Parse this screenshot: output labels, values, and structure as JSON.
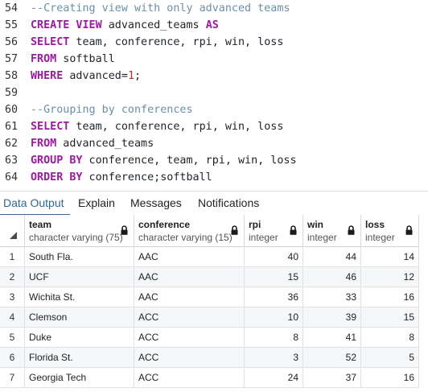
{
  "editor": {
    "lines": [
      {
        "number": "54",
        "tokens": [
          {
            "t": "--Creating view with only advanced teams",
            "c": "comment"
          }
        ]
      },
      {
        "number": "55",
        "tokens": [
          {
            "t": "CREATE VIEW",
            "c": "kw"
          },
          {
            "t": " advanced_teams ",
            "c": "id"
          },
          {
            "t": "AS",
            "c": "kw"
          }
        ]
      },
      {
        "number": "56",
        "tokens": [
          {
            "t": "SELECT",
            "c": "kw"
          },
          {
            "t": " team, conference, rpi, win, loss",
            "c": "id"
          }
        ]
      },
      {
        "number": "57",
        "tokens": [
          {
            "t": "FROM",
            "c": "kw"
          },
          {
            "t": " softball",
            "c": "id"
          }
        ]
      },
      {
        "number": "58",
        "tokens": [
          {
            "t": "WHERE",
            "c": "kw"
          },
          {
            "t": " advanced=",
            "c": "id"
          },
          {
            "t": "1",
            "c": "num"
          },
          {
            "t": ";",
            "c": "op"
          }
        ]
      },
      {
        "number": "59",
        "tokens": []
      },
      {
        "number": "60",
        "tokens": [
          {
            "t": "--Grouping by conferences",
            "c": "comment"
          }
        ]
      },
      {
        "number": "61",
        "tokens": [
          {
            "t": "SELECT",
            "c": "kw"
          },
          {
            "t": " team, conference, rpi, win, loss",
            "c": "id"
          }
        ]
      },
      {
        "number": "62",
        "tokens": [
          {
            "t": "FROM",
            "c": "kw"
          },
          {
            "t": " advanced_teams",
            "c": "id"
          }
        ]
      },
      {
        "number": "63",
        "tokens": [
          {
            "t": "GROUP BY",
            "c": "kw"
          },
          {
            "t": " conference, team, rpi, win, loss",
            "c": "id"
          }
        ]
      },
      {
        "number": "64",
        "tokens": [
          {
            "t": "ORDER BY",
            "c": "kw"
          },
          {
            "t": " conference;softball",
            "c": "id"
          }
        ]
      }
    ]
  },
  "tabs": [
    {
      "label": "Data Output",
      "active": true
    },
    {
      "label": "Explain",
      "active": false
    },
    {
      "label": "Messages",
      "active": false
    },
    {
      "label": "Notifications",
      "active": false
    }
  ],
  "grid": {
    "lock_icon": "lock-icon",
    "columns": [
      {
        "name": "team",
        "type": "character varying (75)",
        "align": "left"
      },
      {
        "name": "conference",
        "type": "character varying (15)",
        "align": "left"
      },
      {
        "name": "rpi",
        "type": "integer",
        "align": "right"
      },
      {
        "name": "win",
        "type": "integer",
        "align": "right"
      },
      {
        "name": "loss",
        "type": "integer",
        "align": "right"
      }
    ],
    "rows": [
      {
        "n": "1",
        "cells": [
          "South Fla.",
          "AAC",
          "40",
          "44",
          "14"
        ]
      },
      {
        "n": "2",
        "cells": [
          "UCF",
          "AAC",
          "15",
          "46",
          "12"
        ]
      },
      {
        "n": "3",
        "cells": [
          "Wichita St.",
          "AAC",
          "36",
          "33",
          "16"
        ]
      },
      {
        "n": "4",
        "cells": [
          "Clemson",
          "ACC",
          "10",
          "39",
          "15"
        ]
      },
      {
        "n": "5",
        "cells": [
          "Duke",
          "ACC",
          "8",
          "41",
          "8"
        ]
      },
      {
        "n": "6",
        "cells": [
          "Florida St.",
          "ACC",
          "3",
          "52",
          "5"
        ]
      },
      {
        "n": "7",
        "cells": [
          "Georgia Tech",
          "ACC",
          "24",
          "37",
          "16"
        ]
      }
    ]
  }
}
